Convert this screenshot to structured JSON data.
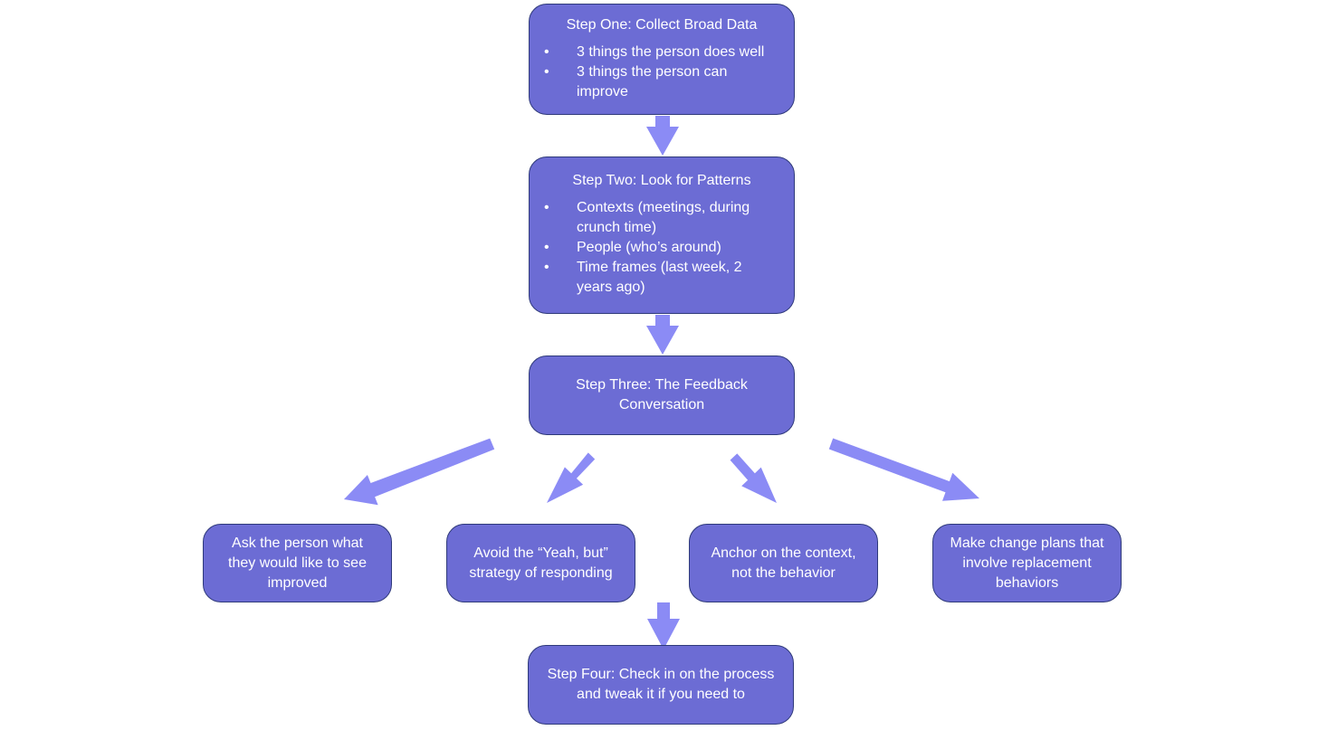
{
  "diagram": {
    "step_one": {
      "title": "Step One: Collect Broad Data",
      "bullets": [
        "3 things the person does well",
        "3 things the person can improve"
      ]
    },
    "step_two": {
      "title": "Step Two: Look for Patterns",
      "bullets": [
        "Contexts (meetings, during crunch time)",
        "People (who’s around)",
        "Time frames (last week, 2 years ago)"
      ]
    },
    "step_three": {
      "title": "Step Three: The Feedback Conversation"
    },
    "sub_steps": [
      "Ask the person what they would like to see improved",
      "Avoid the “Yeah, but” strategy of responding",
      "Anchor on the context, not the behavior",
      "Make change plans that involve replacement behaviors"
    ],
    "step_four": {
      "title": "Step Four: Check in on the process and tweak it if you need to"
    },
    "colors": {
      "box_fill": "#6c6cd4",
      "box_border": "#2f3a7a",
      "arrow": "#8b8bf5",
      "text": "#ffffff"
    }
  }
}
